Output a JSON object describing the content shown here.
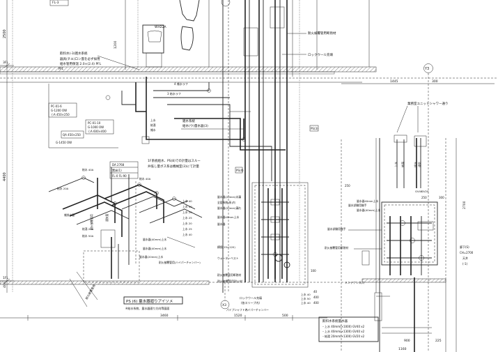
{
  "grid": {
    "y3": "Y3",
    "x3": "X3",
    "x_lower": "X3",
    "fl_upper": "3FL",
    "fl_lower": "1FL"
  },
  "dims": {
    "left_vertical_2500": "2500",
    "left_vertical_4400": "4400",
    "left_fl_400": "400",
    "bottom_3460": "3460",
    "bottom_1520": "1520",
    "bottom_500": "500",
    "right_1445": "1445",
    "right_300_top": "300",
    "right_250": "250",
    "right_300_mid": "300",
    "right_2700": "2700",
    "right_1160": "1160",
    "right_900": "900",
    "right_225": "225",
    "tab_1200": "1200",
    "mid_100": "100",
    "mid_40": "40",
    "mid_400_a": "400",
    "mid_400_b": "400",
    "mid_250": "250"
  },
  "annotations": {
    "drain_title": "飲料水(-3)雑水系統",
    "drain_line2": "器具(チエ)ロン蓋を必ず採用",
    "drain_line3": "給水管用保温 2.0×(2.4) PFL",
    "wh_label": "WH22A",
    "fl3_label": "FL-3",
    "pfl_label": "PFL",
    "boxA_title": "PC-01-6",
    "boxA_r1": "G-1200 OW",
    "boxA_r2": "ⓒA 450×250",
    "boxB_title": "PC-01-10",
    "boxB_r1": "G-1000 OW",
    "boxB_r2": "ⓒA 600×400",
    "boxC": "QA 450×250",
    "boxD_r1": "G-1450 OW",
    "tab_r1": "DA  2768",
    "tab_r2": "置床(1)",
    "tab_r3": "FL-0   FL-90",
    "note_center1": "1F系統給水、PS(8)での計量はスルー",
    "note_center2": "弁低し量ボス系は機械室(3)にて計量",
    "center_water": "雑水系統",
    "center_water2": "給水(ウ)量水器(3)",
    "floor_top_label": "4 雑水ラフ",
    "floor_top_label2": "3 給水ラフ",
    "center_tag1": "ロックウール充填",
    "center_tag2": "耐火被覆管用断熱材",
    "center_tag3": "耐火被覆管用耐火材",
    "mid_left_1": "量水器(20mm)水漏",
    "mid_left_2": "全居系統(系)内",
    "mid_left_3": "量水器(20mm)漏れ",
    "mid_left_4": "量水器40mm上水",
    "mid_left_5": "量水器",
    "mid_left_6": "横揺(25×120)",
    "mid_left_7": "ウォーターベスト",
    "mid_left_8": "耐火被覆管用断熱材",
    "bottom_tag1": "ロックウール充填",
    "bottom_tag2": "(各スリーブ内)",
    "bottom_tag3": "上水 40",
    "bottom_tag4": "上水 50",
    "bottom_tag5": "上水 40",
    "bottom_tag6": "ハイパーチャンバー",
    "pit_label": "パイプシャフト内",
    "ps_box_label": "PS(4)",
    "ps_box_label2": "PS(3)",
    "right_title": "業務室ユニットシャワー通り",
    "right_tag1": "上水",
    "right_tag2": "給湯",
    "right_tag3": "排水",
    "right_tag4": "通気",
    "right_tag5": "量水試験用継手",
    "right_tag6": "量水器40mm上水",
    "right_tag7": "量水器(40mm)上水",
    "right_tag8": "GV40",
    "right_tag9": "GV20",
    "right_tag10": "量水試験用継手",
    "right_tag11": "耐火被覆管用断熱材",
    "right_side1": "廊下(S)",
    "right_side2": "CH=2700",
    "right_side3": "天井",
    "right_side4": "(-1)",
    "right_mid": "メンテナンス口",
    "ps_title": "PS (6) 量水器廻りアイソメ",
    "ps_sub": "※給水系統、量水器廻り方向等図面",
    "table_title": "飲料水系統量水器",
    "table_r1": "・上水  40mm(×1000)  GV40  x2",
    "table_r2": "・上水  40mm(×1300)  GV40  x2",
    "table_r3": "・給湯  20mm(×1300)  GV20  x2",
    "iso_labels": [
      "給水 40A",
      "給水 20A",
      "雑排水管",
      "給湯 20A",
      "給水 50A",
      "給水 40A",
      "量水器(40mm)上水",
      "量水器(20mm)上水",
      "量水器(40mm)上水",
      "耐火被覆管用",
      "耐火被覆管用(ハイパーチャンバー)",
      "通気管"
    ],
    "iso_right_labels": [
      "上水 40",
      "上水 40",
      "上水 20",
      "上水 25",
      "上水 20",
      "上水 25",
      "上水 40"
    ],
    "far_left_vertical": "耐火被覆管用",
    "small_s1": "上水",
    "small_s2": "給湯",
    "small_s3": "雑水"
  },
  "colors": {
    "ink": "#111111",
    "line": "#222222",
    "paper": "#ffffff"
  }
}
